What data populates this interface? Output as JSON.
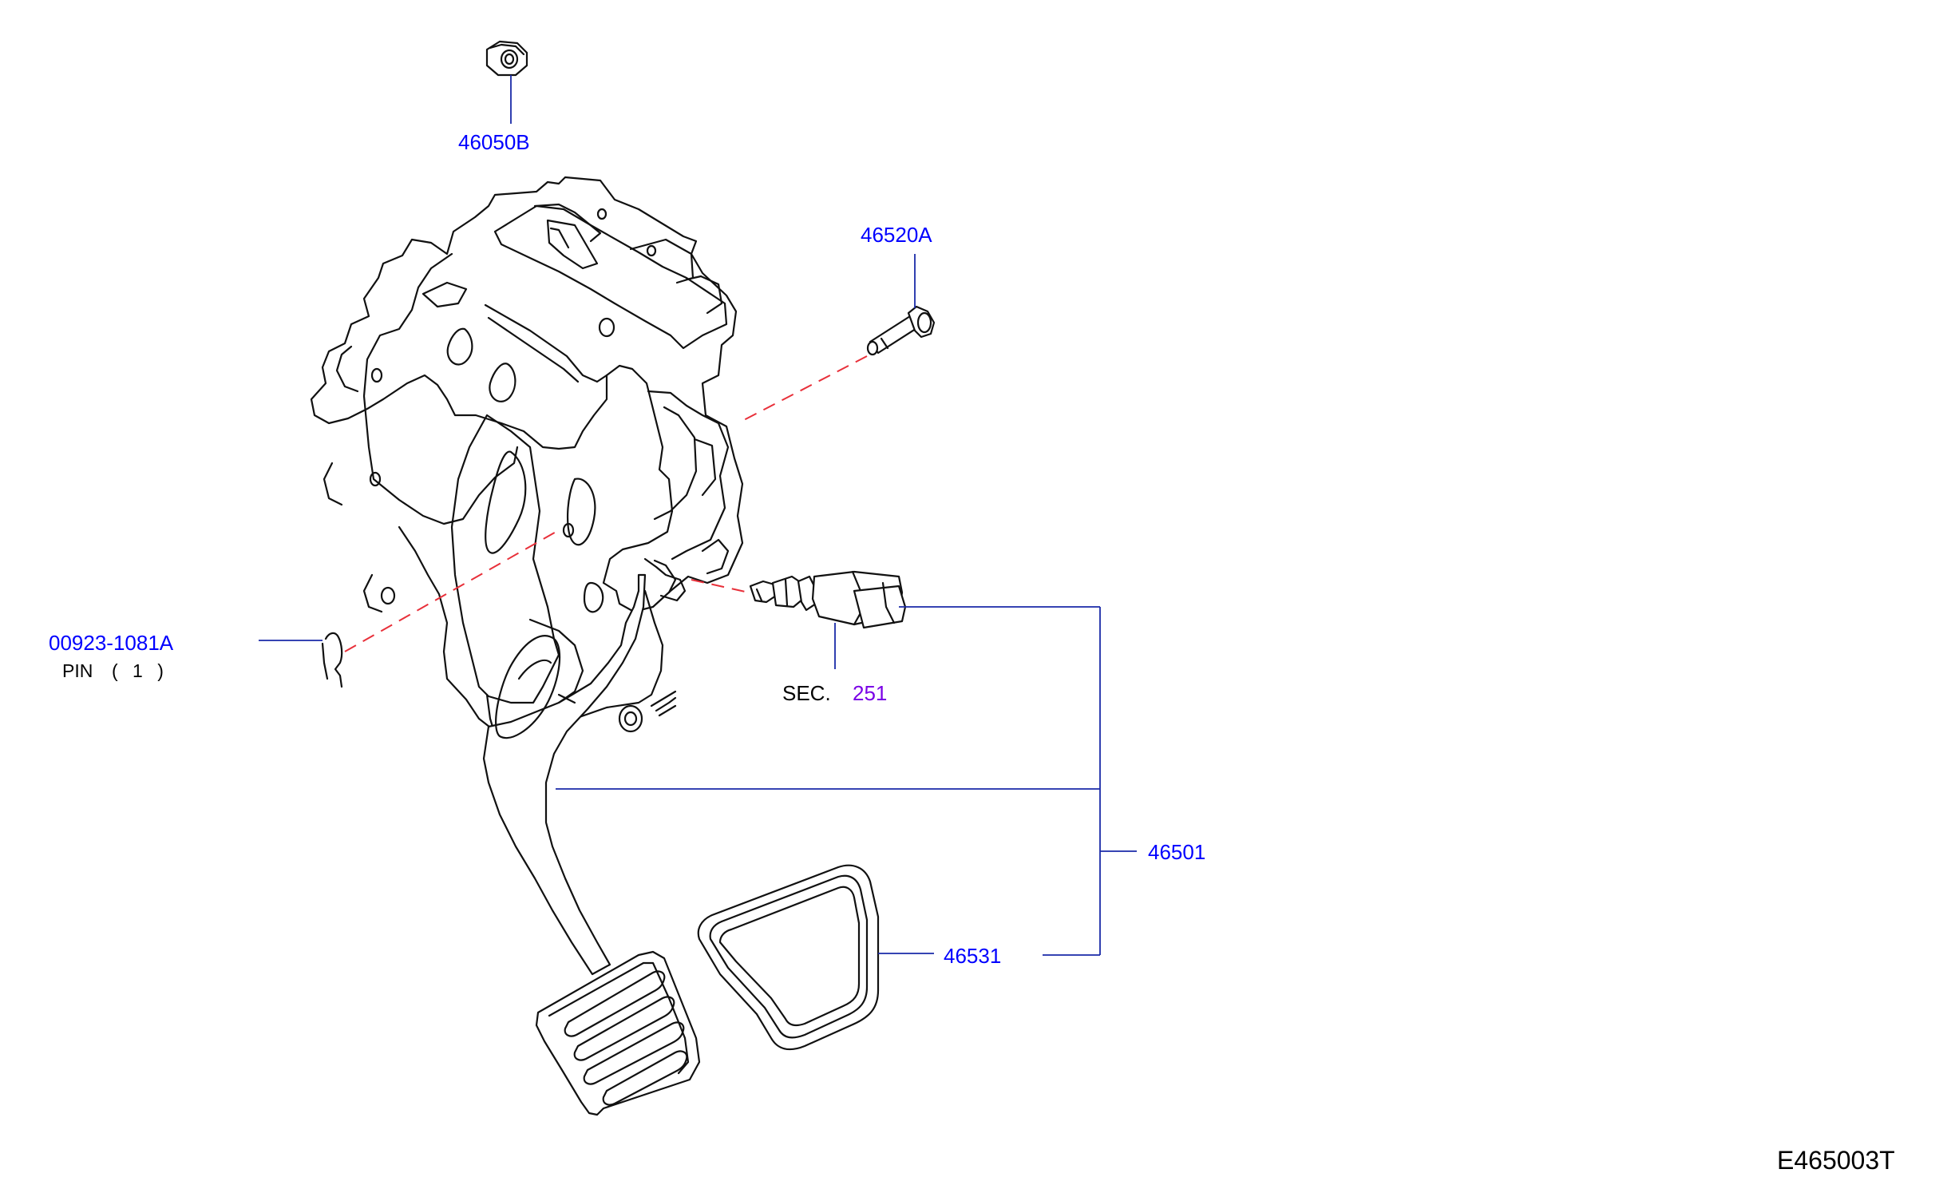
{
  "colors": {
    "part_label": "#0000ff",
    "section_ref": "#7a00e6",
    "text_dark": "#000000",
    "leader_line": "#1a2aa8",
    "dash_line": "#e8303a",
    "ink": "#111111"
  },
  "labels": {
    "nut": "46050B",
    "bolt": "46520A",
    "pin_part": "00923-1081A",
    "pin_name": "PIN",
    "pin_qty": "( 1 )",
    "sec_prefix": "SEC.",
    "sec_number": "251",
    "pedal_assy": "46501",
    "pedal_pad": "46531",
    "diagram_code": "E465003T"
  }
}
